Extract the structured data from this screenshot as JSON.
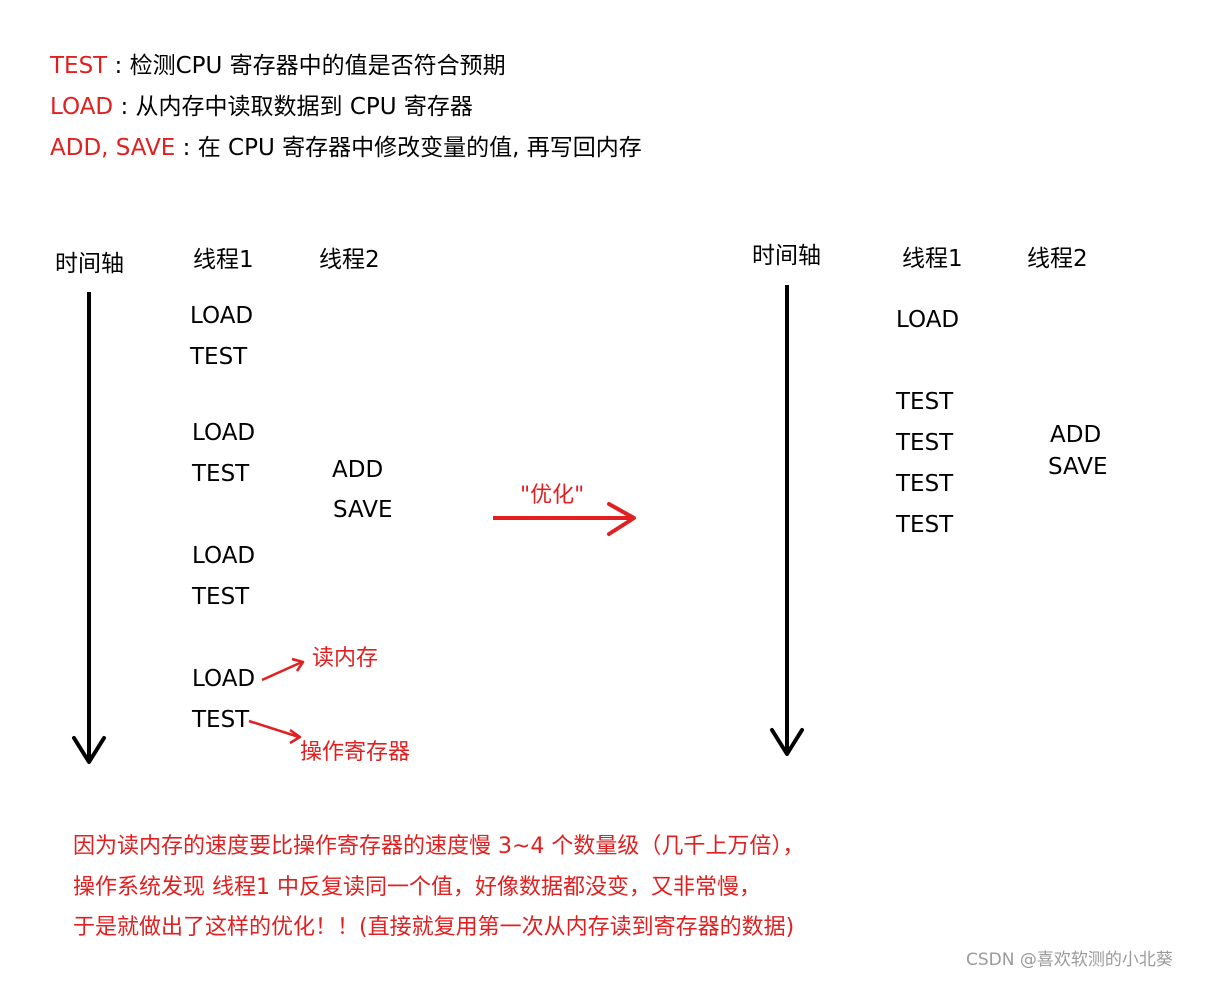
{
  "legend": [
    {
      "key": "TEST",
      "desc": " : 检测CPU 寄存器中的值是否符合预期"
    },
    {
      "key": "LOAD",
      "desc": " : 从内存中读取数据到 CPU 寄存器"
    },
    {
      "key": "ADD, SAVE",
      "desc": " : 在 CPU 寄存器中修改变量的值, 再写回内存"
    }
  ],
  "left": {
    "timeline": "时间轴",
    "thread1": "线程1",
    "thread2": "线程2",
    "t1_ops": [
      "LOAD",
      "TEST",
      "LOAD",
      "TEST",
      "LOAD",
      "TEST",
      "LOAD",
      "TEST"
    ],
    "t2_ops": [
      "ADD",
      "SAVE"
    ],
    "annotation_read": "读内存",
    "annotation_reg": "操作寄存器"
  },
  "optimize_label": "\"优化\"",
  "right": {
    "timeline": "时间轴",
    "thread1": "线程1",
    "thread2": "线程2",
    "t1_ops": [
      "LOAD",
      "TEST",
      "TEST",
      "TEST",
      "TEST"
    ],
    "t2_ops": [
      "ADD",
      "SAVE"
    ]
  },
  "notes": [
    "因为读内存的速度要比操作寄存器的速度慢 3~4 个数量级（几千上万倍），",
    "操作系统发现 线程1 中反复读同一个值，好像数据都没变，又非常慢，",
    "于是就做出了这样的优化！！(直接就复用第一次从内存读到寄存器的数据)"
  ],
  "watermark": "CSDN @喜欢软测的小北葵",
  "colors": {
    "accent": "#e02020",
    "ink": "#000000"
  }
}
